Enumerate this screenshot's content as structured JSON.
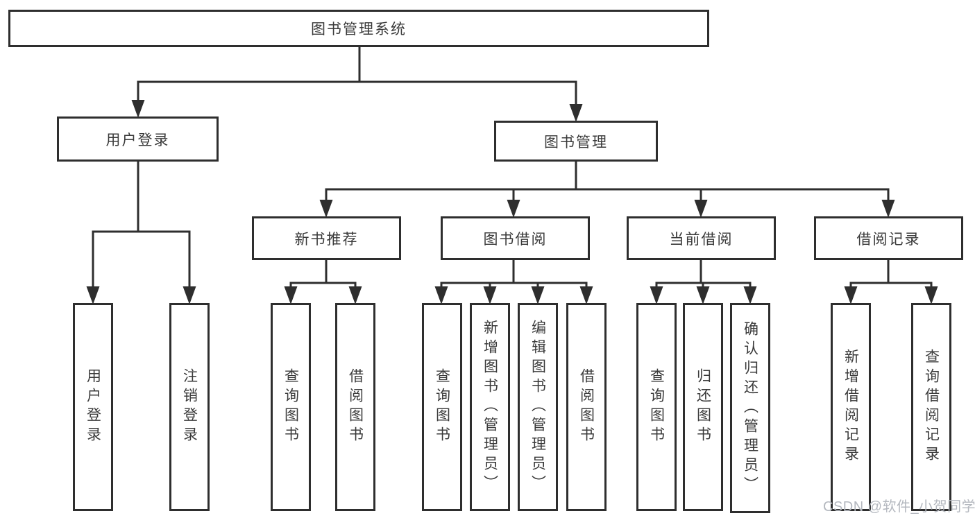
{
  "diagram": {
    "root": {
      "label": "图书管理系统"
    },
    "level2": [
      {
        "label": "用户登录",
        "children": [
          {
            "label": "用户登录"
          },
          {
            "label": "注销登录"
          }
        ]
      },
      {
        "label": "图书管理",
        "children": [
          {
            "label": "新书推荐",
            "children": [
              {
                "label": "查询图书"
              },
              {
                "label": "借阅图书"
              }
            ]
          },
          {
            "label": "图书借阅",
            "children": [
              {
                "label": "查询图书"
              },
              {
                "label": "新增图书（管理员）"
              },
              {
                "label": "编辑图书（管理员）"
              },
              {
                "label": "借阅图书"
              }
            ]
          },
          {
            "label": "当前借阅",
            "children": [
              {
                "label": "查询图书"
              },
              {
                "label": "归还图书"
              },
              {
                "label": "确认归还（管理员）"
              }
            ]
          },
          {
            "label": "借阅记录",
            "children": [
              {
                "label": "新增借阅记录"
              },
              {
                "label": "查询借阅记录"
              }
            ]
          }
        ]
      }
    ]
  },
  "watermark": {
    "text": "CSDN @软件_小贺同学"
  },
  "colors": {
    "line": "#2e2e2e",
    "text": "#3a3a3a",
    "watermark": "#b4b8bf",
    "background": "#ffffff"
  }
}
